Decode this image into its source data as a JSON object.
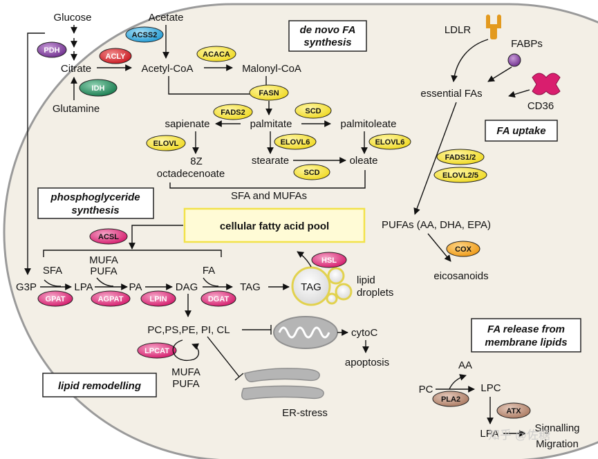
{
  "boxes": {
    "de_novo": [
      "de novo FA",
      "synthesis"
    ],
    "fa_uptake": "FA uptake",
    "phosphoglyceride": [
      "phosphoglyceride",
      "synthesis"
    ],
    "lipid_remodelling": "lipid remodelling",
    "fa_release": [
      "FA release from",
      "membrane lipids"
    ],
    "pool": "cellular fatty acid pool"
  },
  "metabolites": {
    "glucose": "Glucose",
    "acetate": "Acetate",
    "citrate": "Citrate",
    "acetyl_coa": "Acetyl-CoA",
    "malonyl_coa": "Malonyl-CoA",
    "glutamine": "Glutamine",
    "sapienate": "sapienate",
    "palmitate": "palmitate",
    "palmitoleate": "palmitoleate",
    "octadecenoate_1": "8Z",
    "octadecenoate_2": "octadecenoate",
    "stearate": "stearate",
    "oleate": "oleate",
    "sfa_mufas": "SFA and MUFAs",
    "ldlr": "LDLR",
    "fabps": "FABPs",
    "essential_fas": "essential FAs",
    "cd36": "CD36",
    "pufas": "PUFAs (AA, DHA, EPA)",
    "eicosanoids": "eicosanoids",
    "g3p": "G3P",
    "sfa": "SFA",
    "lpa": "LPA",
    "mufa_1": "MUFA",
    "pufa_1": "PUFA",
    "pa": "PA",
    "dag": "DAG",
    "fa": "FA",
    "tag": "TAG",
    "tag_droplet": "TAG",
    "lipid": "lipid",
    "droplets": "droplets",
    "phospholipids": "PC,PS,PE, PI, CL",
    "cytoc": "cytoC",
    "apoptosis": "apoptosis",
    "mufa_2": "MUFA",
    "pufa_2": "PUFA",
    "er_stress": "ER-stress",
    "pc": "PC",
    "aa": "AA",
    "lpc": "LPC",
    "lpa_2": "LPA",
    "signalling": "Signalling",
    "migration": "Migration"
  },
  "enzymes": {
    "pdh": "PDH",
    "acss2": "ACSS2",
    "acly": "ACLY",
    "acaca": "ACACA",
    "idh": "IDH",
    "fasn": "FASN",
    "fads2": "FADS2",
    "scd_1": "SCD",
    "elovl": "ELOVL",
    "elovl6_1": "ELOVL6",
    "elovl6_2": "ELOVL6",
    "scd_2": "SCD",
    "fads12": "FADS1/2",
    "elovl25": "ELOVL2/5",
    "cox": "COX",
    "acsl": "ACSL",
    "hsl": "HSL",
    "gpat": "GPAT",
    "agpat": "AGPAT",
    "lpin": "LPIN",
    "dgat": "DGAT",
    "lpcat": "LPCAT",
    "pla2": "PLA2",
    "atx": "ATX"
  },
  "watermark": "知乎 @佐糖",
  "colors": {
    "cell_fill": "#f3efe6",
    "cell_stroke": "#9a9a9a",
    "pool_fill": "#fffbd6",
    "pool_stroke": "#f2e24a",
    "yellow": "#f2e33a",
    "pink": "#d4186a",
    "red": "#d11f2b",
    "purple": "#7a3a96",
    "blue": "#2aa6dd",
    "green": "#1d8a5a",
    "orange": "#f2a01a",
    "tan": "#b98b72",
    "gray": "#a9a9a9"
  }
}
